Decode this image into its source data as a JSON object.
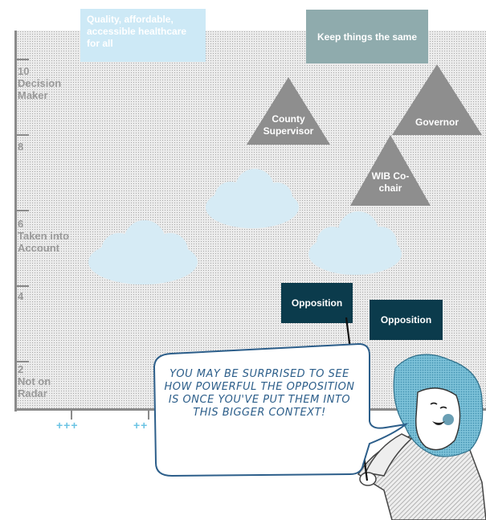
{
  "axis": {
    "y_ticks": [
      {
        "value": "10",
        "label": "Decision Maker"
      },
      {
        "value": "8",
        "label": ""
      },
      {
        "value": "6",
        "label": "Taken into Account"
      },
      {
        "value": "4",
        "label": ""
      },
      {
        "value": "2",
        "label": "Not on Radar"
      }
    ],
    "x_labels": [
      "+++",
      "++"
    ]
  },
  "goals": {
    "our_goal": "Quality, affordable, accessible healthcare for all",
    "opposition_goal": "Keep things the same"
  },
  "decision_makers": [
    "County Supervisor",
    "Governor",
    "WIB Co-chair"
  ],
  "allies": [
    "",
    "",
    ""
  ],
  "opposition": [
    "Opposition",
    "Opposition"
  ],
  "speech": "You may be surprised to see how powerful the opposition is once you've put them into this bigger context!",
  "colors": {
    "triangle": "#8e8e8e",
    "opposition_box": "#0b3b4c",
    "goal_box": "#cde9f6",
    "keep_box": "#8fabad",
    "cloud": "#d6ebf5",
    "axis": "#8a8a8a",
    "x_label": "#6cc4e4",
    "speech_text": "#2c5e8a",
    "speech_border": "#2c5e8a"
  },
  "presenter": {
    "icon": "presenter-woman-icon"
  }
}
